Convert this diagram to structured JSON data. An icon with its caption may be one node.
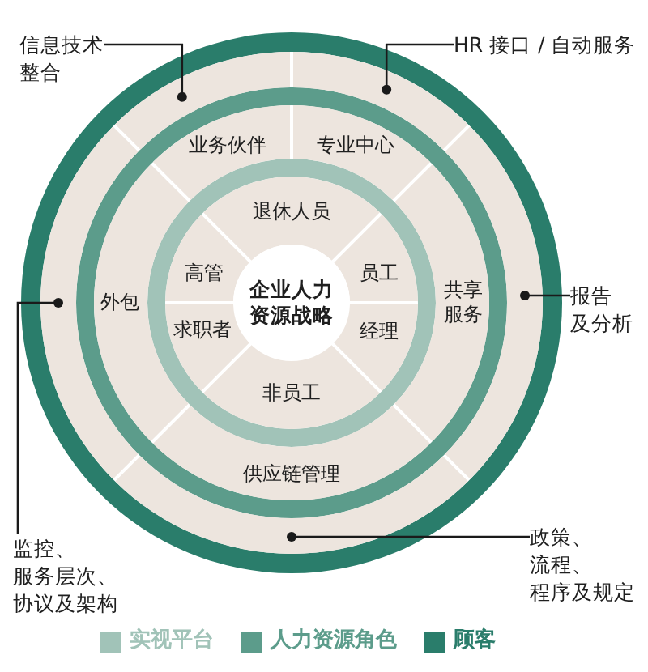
{
  "diagram": {
    "nodes": [
      {
        "text": [
          "信息技术整合"
        ]
      },
      {
        "text": [
          "HR 接口 / 自动服务"
        ]
      },
      {
        "text": [],
        "shape": "sector"
      },
      {
        "text": [],
        "shape": "sector"
      },
      {
        "text": [
          "业务伙伴"
        ]
      },
      {
        "text": [
          "专业中心"
        ]
      },
      {
        "text": [
          "退休人员"
        ]
      },
      {
        "text": [
          "高管"
        ]
      },
      {
        "text": [
          "员工"
        ]
      },
      {
        "text": [],
        "shape": "sector"
      },
      {
        "text": [
          "外包"
        ]
      },
      {
        "text": [
          "企业人力资源战略"
        ]
      },
      {
        "text": [
          "共享服务"
        ]
      },
      {
        "text": [],
        "shape": "sector"
      },
      {
        "text": [
          "报告及分析"
        ]
      },
      {
        "text": [
          "求职者"
        ]
      },
      {
        "text": [
          "经理"
        ]
      },
      {
        "text": [
          "非员工"
        ]
      },
      {
        "text": [
          "供应链管理"
        ]
      },
      {
        "text": [],
        "shape": "sector"
      },
      {
        "text": [
          "监控、服务层次、协议及架构"
        ]
      },
      {
        "text": [
          "政策、流程、程序及规定"
        ]
      }
    ],
    "edges": [
      {
        "from": 0,
        "to": 2,
        "arrow": "other"
      },
      {
        "from": 1,
        "to": 3,
        "arrow": "other"
      },
      {
        "from": 14,
        "to": 13,
        "arrow": "other"
      },
      {
        "from": 20,
        "to": 9,
        "arrow": "other"
      },
      {
        "from": 21,
        "to": 19,
        "arrow": "other"
      }
    ],
    "legend": [
      {
        "text": "实视平台",
        "color": "#a1c3b8"
      },
      {
        "text": "人力资源角色",
        "color": "#5c9c8b"
      },
      {
        "text": "顾客",
        "color": "#2a7d6b"
      }
    ]
  }
}
